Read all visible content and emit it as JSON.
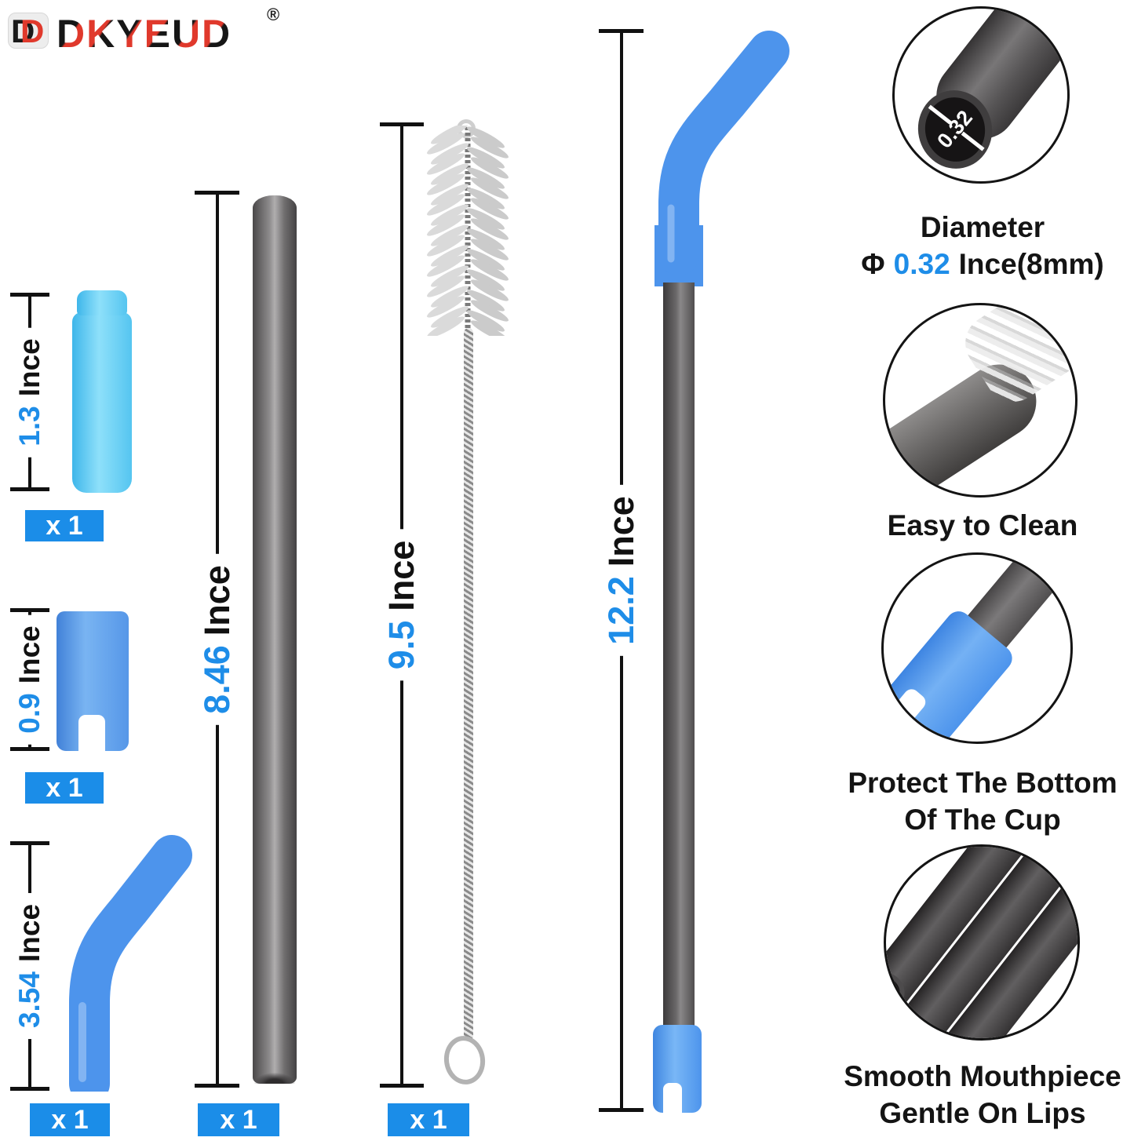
{
  "logo": {
    "brand": "DKYEUD",
    "registered": "®"
  },
  "colors": {
    "accent_blue": "#1e8de8",
    "badge_blue": "#1b8de8",
    "part_blue": "#4d94ec",
    "tip_cyan": "#5fc9f3",
    "logo_red": "#e0392c",
    "logo_black": "#161616",
    "metal_gray": "#6b696a"
  },
  "parts": {
    "straight_tip": {
      "length": "1.3",
      "unit": "Ince",
      "qty": "x 1"
    },
    "cup_protector": {
      "length": "0.9",
      "unit": "Ince",
      "qty": "x 1"
    },
    "bent_tip": {
      "length": "3.54",
      "unit": "Ince",
      "qty": "x 1"
    },
    "straight_straw": {
      "length": "8.46",
      "unit": "Ince",
      "qty": "x 1"
    },
    "cleaning_brush": {
      "length": "9.5",
      "unit": "Ince",
      "qty": "x 1"
    },
    "assembled_straw": {
      "length": "12.2",
      "unit": "Ince"
    }
  },
  "callouts": {
    "diameter": {
      "title": "Diameter",
      "phi": "Φ",
      "value": "0.32",
      "suffix": "Ince(8mm)",
      "tube_label": "0.32"
    },
    "easy_clean": {
      "title": "Easy to Clean"
    },
    "protect_bottom": {
      "line1": "Protect The Bottom",
      "line2": "Of The Cup"
    },
    "smooth_mouthpiece": {
      "line1": "Smooth Mouthpiece",
      "line2": "Gentle On Lips"
    }
  }
}
